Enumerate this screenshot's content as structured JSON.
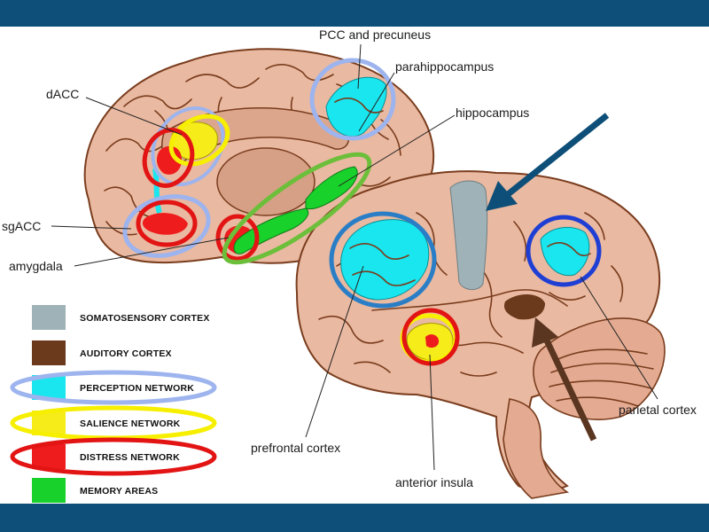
{
  "labels": {
    "pcc": "PCC and precuneus",
    "parahippocampus": "parahippocampus",
    "hippocampus": "hippocampus",
    "dacc": "dACC",
    "sgacc": "sgACC",
    "amygdala": "amygdala",
    "prefrontal": "prefrontal cortex",
    "anterior_insula": "anterior insula",
    "parietal": "parietal cortex"
  },
  "legend": [
    {
      "label": "SOMATOSENSORY CORTEX",
      "color": "#9fb2b7",
      "ring": ""
    },
    {
      "label": "AUDITORY CORTEX",
      "color": "#6b3a1c",
      "ring": ""
    },
    {
      "label": "PERCEPTION NETWORK",
      "color": "#19e6ee",
      "ring": "#9db4ee"
    },
    {
      "label": "SALIENCE NETWORK",
      "color": "#f5ec1a",
      "ring": "#f7ef00"
    },
    {
      "label": "DISTRESS NETWORK",
      "color": "#ee1c1c",
      "ring": "#e21414"
    },
    {
      "label": "MEMORY AREAS",
      "color": "#18d12a",
      "ring": ""
    }
  ],
  "colors": {
    "header_band": "#0d4f78",
    "brain_fill": "#e9b9a1",
    "brain_stroke": "#7a3d1e",
    "perception_ring": "#9db4ee",
    "salience_ring": "#f7ef00",
    "distress_ring": "#e21414",
    "memory_ring": "#6cbf3a",
    "dark_blue_ring": "#1f3fd4",
    "mid_blue_ring": "#2a7ec6",
    "arrow_blue": "#0d4f78",
    "arrow_brown": "#5a3520"
  }
}
